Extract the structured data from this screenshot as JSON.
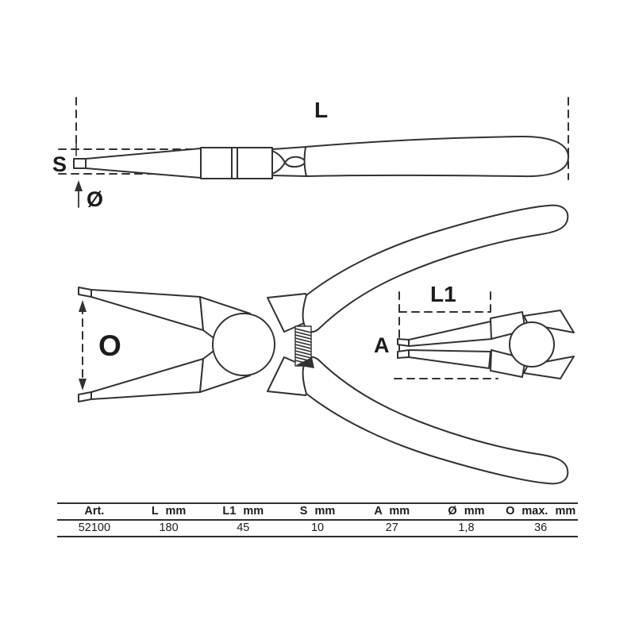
{
  "diagram": {
    "side_view": {
      "length_label": "L",
      "thickness_label": "S",
      "diameter_label": "Ø"
    },
    "front_view": {
      "opening_label": "O"
    },
    "detail_view": {
      "jaw_length_label": "L1",
      "gap_label": "A"
    }
  },
  "table": {
    "headers": [
      "Art.",
      "L mm",
      "L1 mm",
      "S mm",
      "A mm",
      "Ø mm",
      "O max. mm"
    ],
    "values": [
      "52100",
      "180",
      "45",
      "10",
      "27",
      "1,8",
      "36"
    ]
  },
  "colors": {
    "line": "#323232",
    "text": "#1c1c1c",
    "background": "#ffffff"
  }
}
